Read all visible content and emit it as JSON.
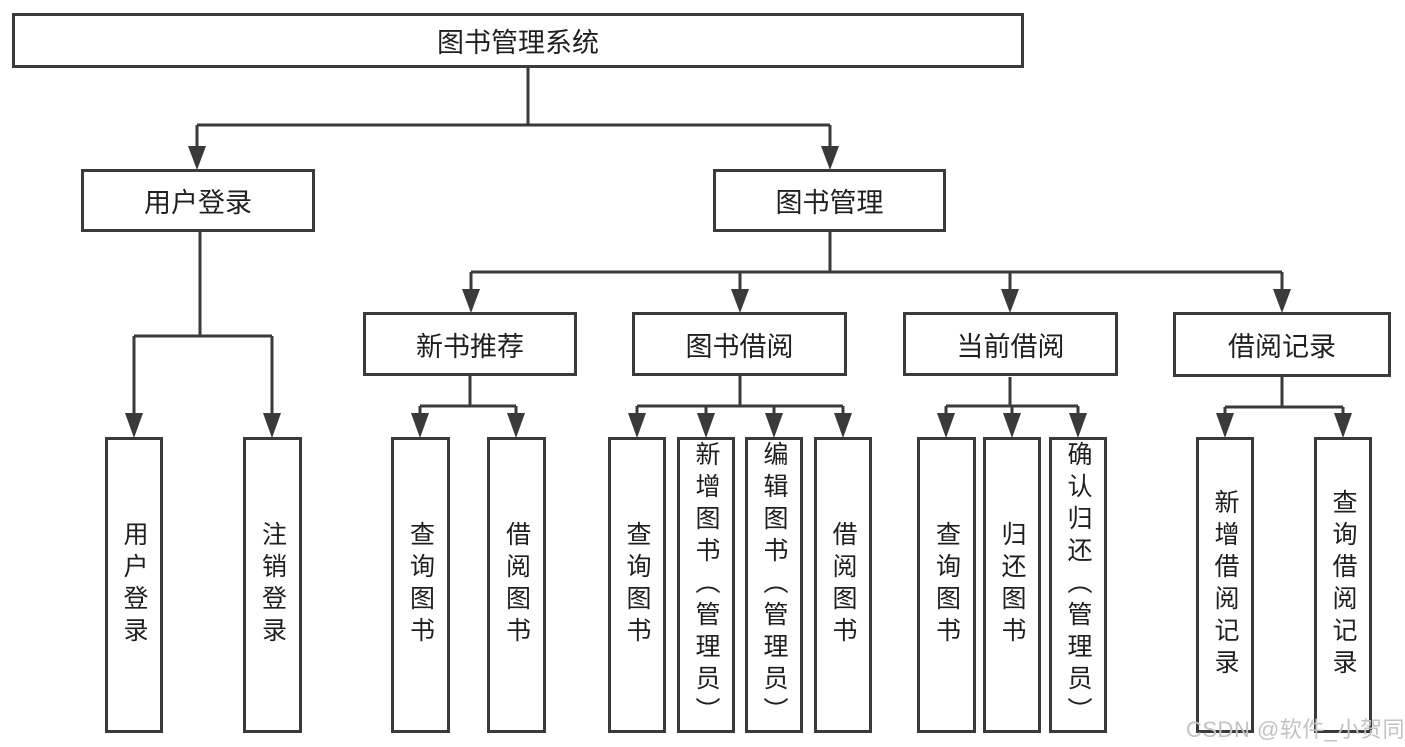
{
  "diagram": {
    "root": {
      "label": "图书管理系统"
    },
    "level2": [
      {
        "label": "用户登录"
      },
      {
        "label": "图书管理"
      }
    ],
    "level3": [
      {
        "label": "新书推荐"
      },
      {
        "label": "图书借阅"
      },
      {
        "label": "当前借阅"
      },
      {
        "label": "借阅记录"
      }
    ],
    "leaves": {
      "user_login": [
        "用户登录",
        "注销登录"
      ],
      "new_books": [
        "查询图书",
        "借阅图书"
      ],
      "book_borrow": [
        "查询图书",
        "新增图书（管理员）",
        "编辑图书（管理员）",
        "借阅图书"
      ],
      "current_borrow": [
        "查询图书",
        "归还图书",
        "确认归还（管理员）"
      ],
      "borrow_records": [
        "新增借阅记录",
        "查询借阅记录"
      ]
    }
  },
  "watermark": {
    "text": "CSDN @软件_小贺同学"
  },
  "colors": {
    "line": "#3a3a3a",
    "text": "#1f1f1f",
    "watermark_text": "#c2c2c2",
    "background": "#ffffff"
  }
}
